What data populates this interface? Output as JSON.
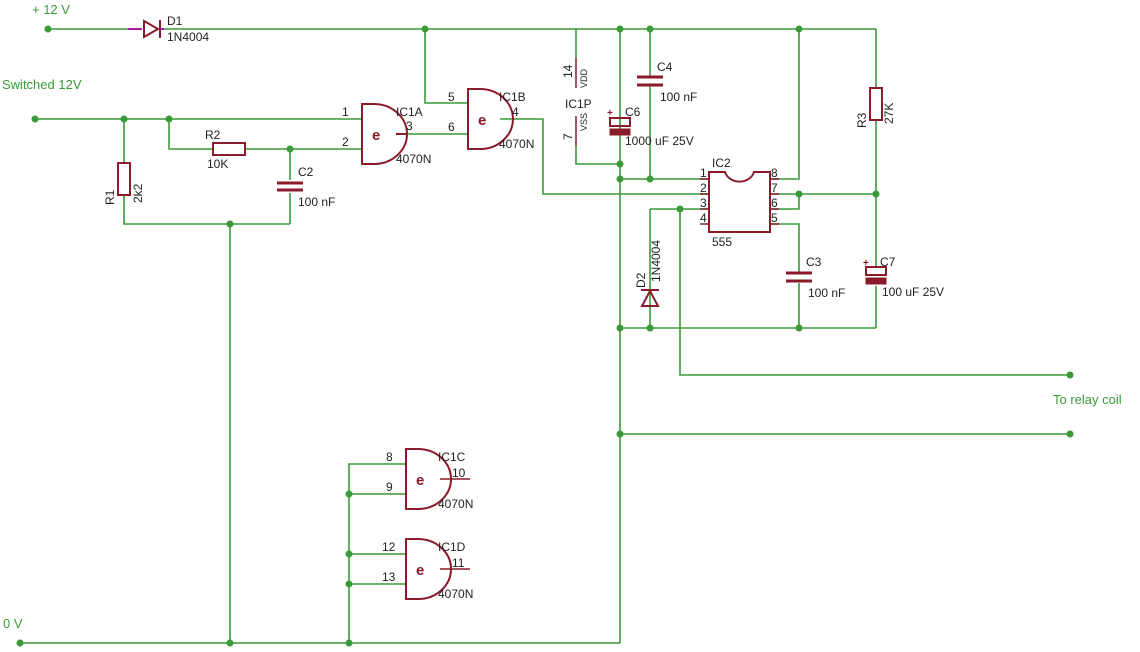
{
  "nets": {
    "plus12": "+ 12 V",
    "switched": "Switched 12V",
    "zero": "0 V",
    "relay": "To relay coil"
  },
  "parts": {
    "d1": {
      "name": "D1",
      "value": "1N4004"
    },
    "d2": {
      "name": "D2",
      "value": "1N4004"
    },
    "r1": {
      "name": "R1",
      "value": "2k2"
    },
    "r2": {
      "name": "R2",
      "value": "10K"
    },
    "r3": {
      "name": "R3",
      "value": "27K"
    },
    "c2": {
      "name": "C2",
      "value": "100 nF"
    },
    "c3": {
      "name": "C3",
      "value": "100 nF"
    },
    "c4": {
      "name": "C4",
      "value": "100 nF"
    },
    "c6": {
      "name": "C6",
      "value": "1000 uF 25V"
    },
    "c7": {
      "name": "C7",
      "value": "100 uF 25V"
    },
    "ic1a": {
      "name": "IC1A",
      "value": "4070N",
      "pins": [
        "1",
        "2",
        "3"
      ]
    },
    "ic1b": {
      "name": "IC1B",
      "value": "4070N",
      "pins": [
        "5",
        "6",
        "4"
      ]
    },
    "ic1c": {
      "name": "IC1C",
      "value": "4070N",
      "pins": [
        "8",
        "9",
        "10"
      ]
    },
    "ic1d": {
      "name": "IC1D",
      "value": "4070N",
      "pins": [
        "12",
        "13",
        "11"
      ]
    },
    "ic1p": {
      "name": "IC1P",
      "vdd": "VDD",
      "vss": "VSS",
      "pin_vdd": "14",
      "pin_vss": "7"
    },
    "ic2": {
      "name": "IC2",
      "value": "555",
      "pins_left": [
        "1",
        "2",
        "3",
        "4"
      ],
      "pins_right": [
        "8",
        "7",
        "6",
        "5"
      ]
    }
  },
  "gate_symbol": "e",
  "polarity_mark": "+",
  "colors": {
    "wire": "#3a9a3a",
    "component": "#8b1a2a",
    "net_label": "#3a9a3a"
  }
}
